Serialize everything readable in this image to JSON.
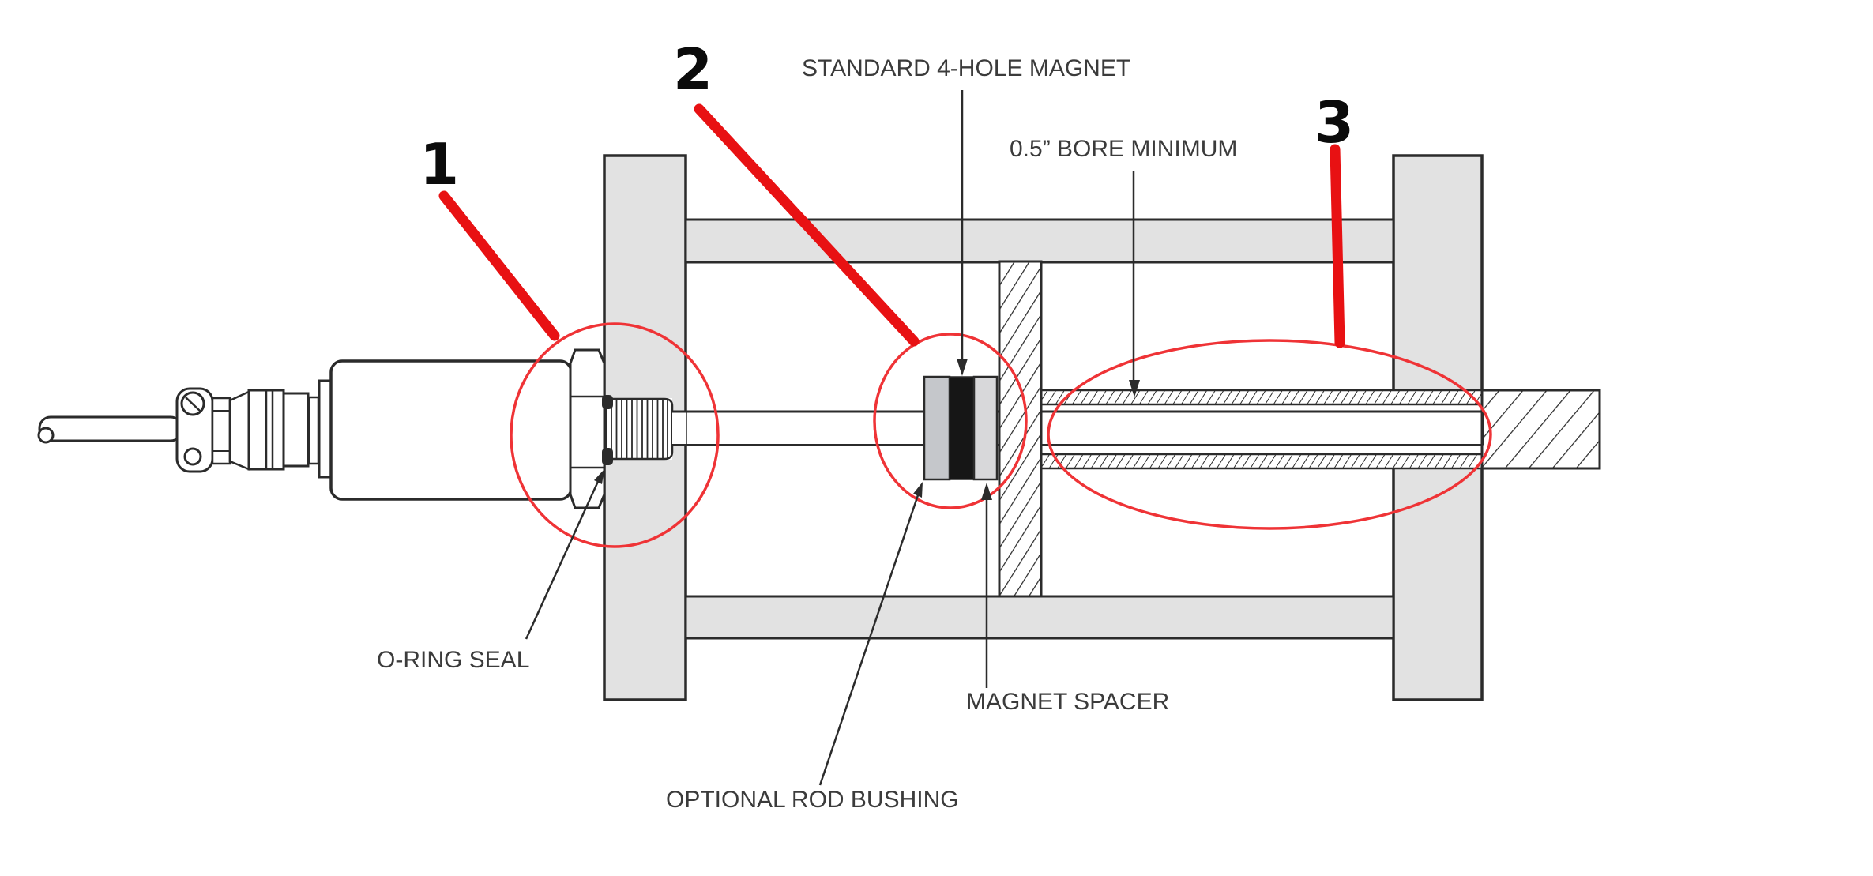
{
  "diagram": {
    "callout_1": "1",
    "callout_2": "2",
    "callout_3": "3",
    "label_magnet": "STANDARD 4-HOLE MAGNET",
    "label_bore": "0.5” BORE MINIMUM",
    "label_oring": "O-RING SEAL",
    "label_spacer": "MAGNET SPACER",
    "label_bushing": "OPTIONAL ROD BUSHING",
    "colors": {
      "leader_red": "#e81113",
      "highlight_red": "#ef3336",
      "outline": "#2b2b2b",
      "metal_gray": "#e2e2e2",
      "bushing_gray": "#c5c7cb",
      "spacer_gray": "#d8d8da",
      "magnet_black": "#161616",
      "label_text": "#3b3b3b",
      "callout_text": "#0b0b0b"
    }
  }
}
